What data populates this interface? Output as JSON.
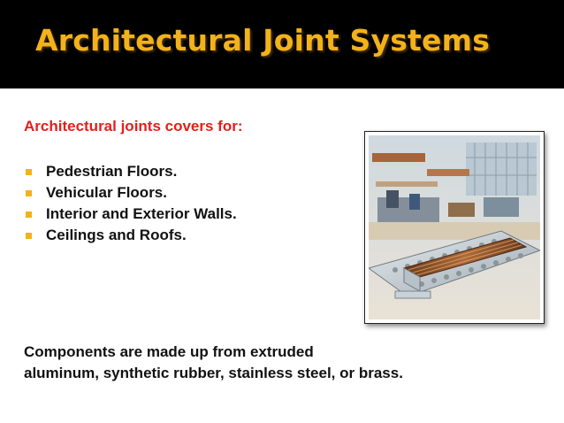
{
  "slide": {
    "title": "Architectural Joint Systems",
    "intro": "Architectural joints covers for:",
    "bullets": [
      "Pedestrian Floors.",
      "Vehicular Floors.",
      "Interior and Exterior Walls.",
      "Ceilings and Roofs."
    ],
    "footer_lines": [
      "Components are made up from extruded",
      "aluminum, synthetic rubber, stainless steel, or brass."
    ]
  },
  "colors": {
    "title_bar": "#000000",
    "title_text": "#f2b21b",
    "intro_text": "#e3201b",
    "bullet": "#f2b21b",
    "body_text": "#111111"
  },
  "icons": {
    "bullet": "square-bullet-icon"
  }
}
